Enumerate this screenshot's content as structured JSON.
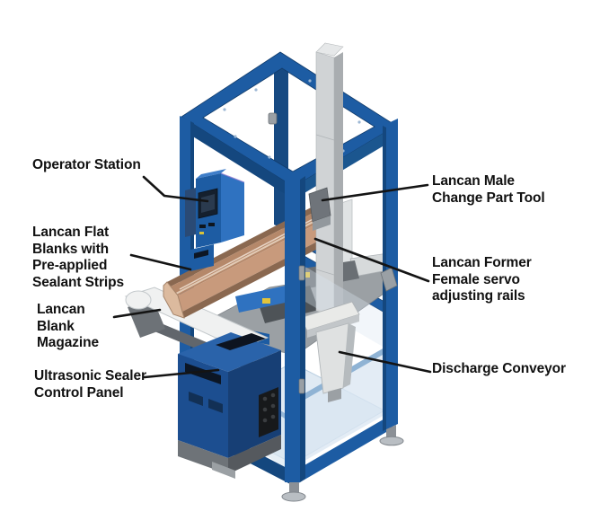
{
  "diagram": {
    "labels": {
      "operator_station": "Operator Station",
      "flat_blanks": "Lancan Flat\nBlanks with\nPre-applied\nSealant Strips",
      "blank_magazine": "Lancan\nBlank\nMagazine",
      "ultrasonic_sealer": "Ultrasonic Sealer\nControl Panel",
      "male_change_tool": "Lancan Male\nChange Part Tool",
      "former_female": "Lancan Former\nFemale servo\nadjusting rails",
      "discharge_conveyor": "Discharge Conveyor"
    },
    "colors": {
      "frame-blue": "#1d5ca3",
      "frame-blue-dark": "#14477e",
      "frame-blue-light": "#2f72c0",
      "panel-tint": "#d9e6f1",
      "column-gray": "#d0d3d5",
      "machinery-gray": "#9ba0a4",
      "blanks-brown": "#b5886a",
      "blanks-brown-light": "#c89a7c",
      "control-panel-blue": "#1c4e90",
      "leader-line": "#141414",
      "label-text": "#111111",
      "background": "#ffffff"
    }
  }
}
